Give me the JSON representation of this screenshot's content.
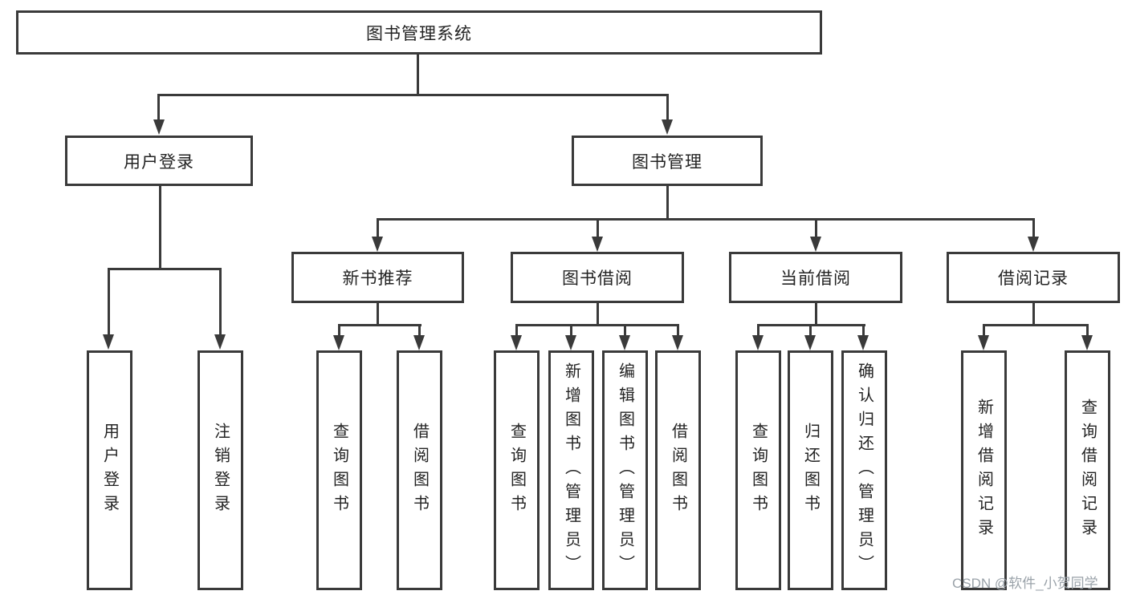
{
  "diagram": {
    "root": {
      "label": "图书管理系统"
    },
    "level2": [
      {
        "label": "用户登录"
      },
      {
        "label": "图书管理"
      }
    ],
    "level3": [
      {
        "label": "新书推荐"
      },
      {
        "label": "图书借阅"
      },
      {
        "label": "当前借阅"
      },
      {
        "label": "借阅记录"
      }
    ],
    "leaves": {
      "user_login": [
        {
          "label": "用户登录"
        },
        {
          "label": "注销登录"
        }
      ],
      "new_book_recommend": [
        {
          "label": "查询图书"
        },
        {
          "label": "借阅图书"
        }
      ],
      "book_borrow": [
        {
          "label": "查询图书"
        },
        {
          "label": "新增图书（管理员）"
        },
        {
          "label": "编辑图书（管理员）"
        },
        {
          "label": "借阅图书"
        }
      ],
      "current_borrow": [
        {
          "label": "查询图书"
        },
        {
          "label": "归还图书"
        },
        {
          "label": "确认归还（管理员）"
        }
      ],
      "borrow_records": [
        {
          "label": "新增借阅记录"
        },
        {
          "label": "查询借阅记录"
        }
      ]
    },
    "colors": {
      "line": "#3a3a3a",
      "text": "#232323",
      "background": "#ffffff",
      "watermark_text": "#9aa2a9"
    }
  },
  "watermark": {
    "text": "CSDN @软件_小贺同学"
  }
}
